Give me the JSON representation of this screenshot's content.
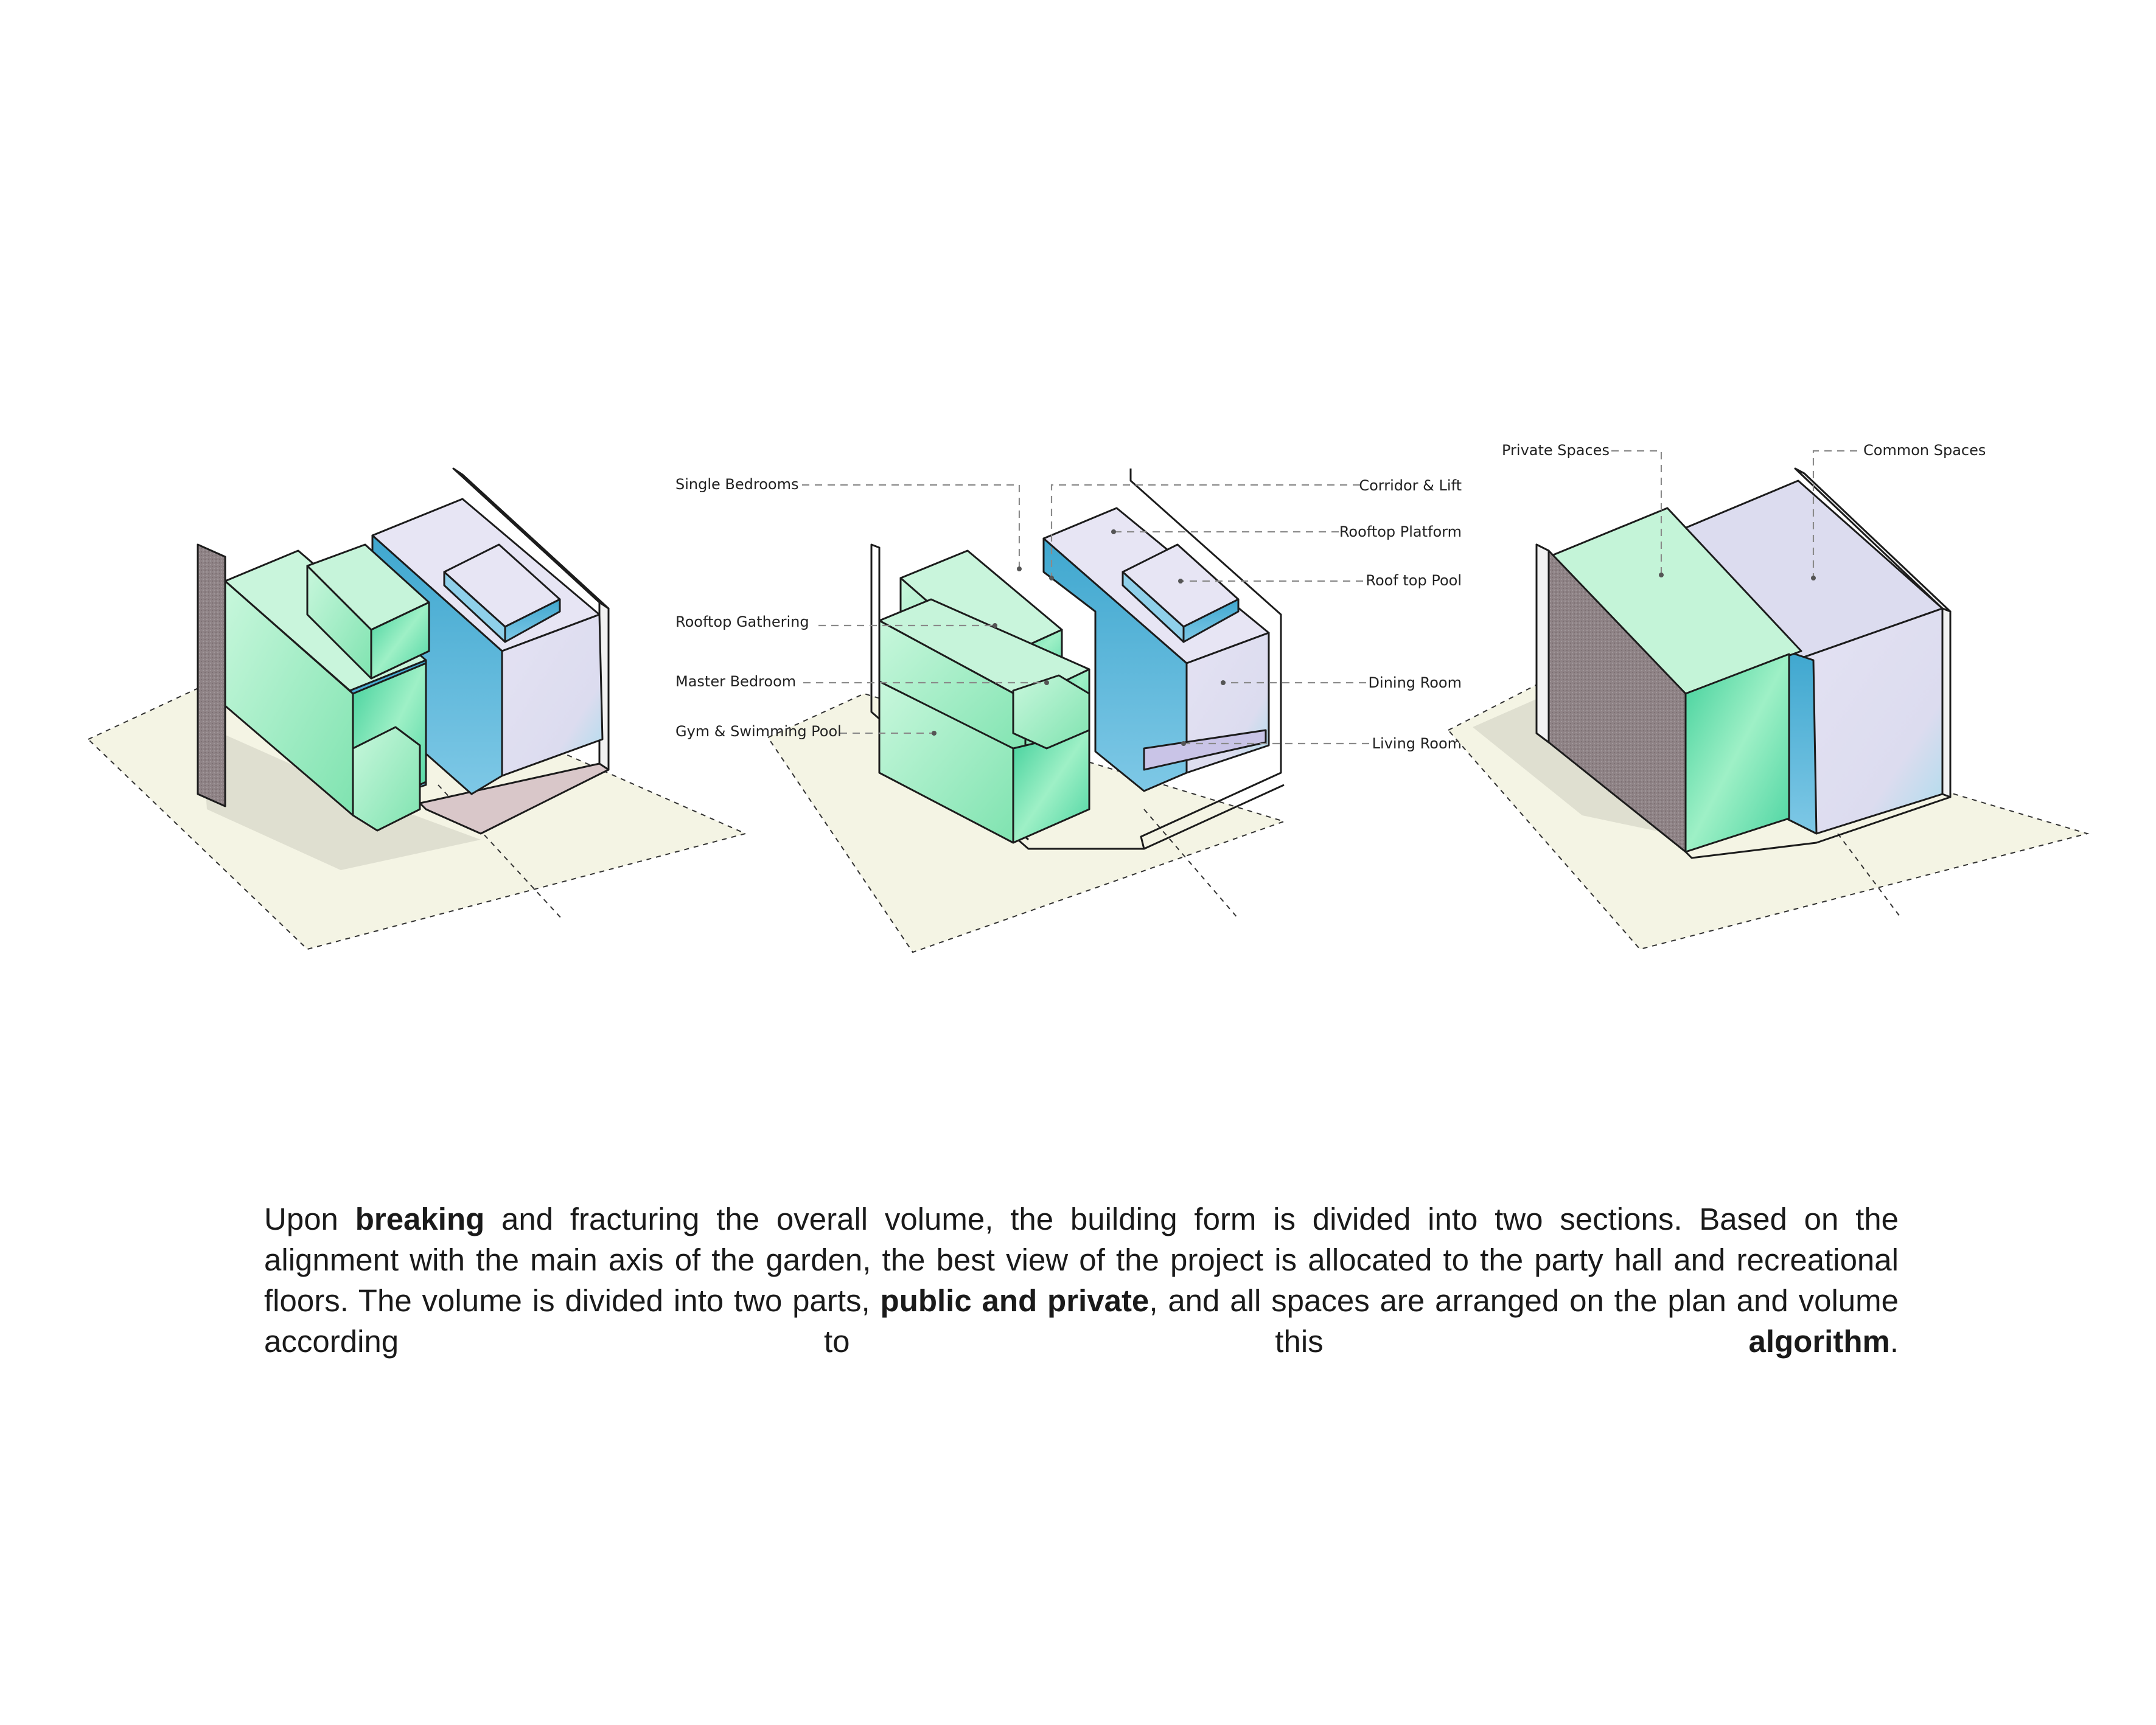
{
  "diagram1": {},
  "diagram2": {
    "labels_left": [
      "Single  Bedrooms",
      "Rooftop Gathering",
      "Master Bedroom",
      "Gym & Swimming Pool"
    ],
    "labels_right": [
      "Corridor & Lift",
      "Rooftop Platform",
      "Roof top Pool",
      "Dining Room",
      "Living Room"
    ]
  },
  "diagram3": {
    "label_private": "Private Spaces",
    "label_common": "Common Spaces"
  },
  "colors": {
    "private_green": "#b6f2d2",
    "common_lavender": "#dcdcef",
    "side_blue": "#5bb0d6",
    "wall_gray": "#8a7f82",
    "ground": "#f4f4e4"
  },
  "caption": {
    "p1": "Upon ",
    "b1": "breaking",
    "p2": " and fracturing the overall volume, the building form is divided into two sections. Based on the alignment with the main axis of the garden, the best view of the project is allocated to the party hall and recreational floors. The volume is divided into two parts, ",
    "b2": "public and private",
    "p3": ", and all spaces are arranged on the plan and volume according to this ",
    "b3": "algorithm",
    "p4": "."
  }
}
